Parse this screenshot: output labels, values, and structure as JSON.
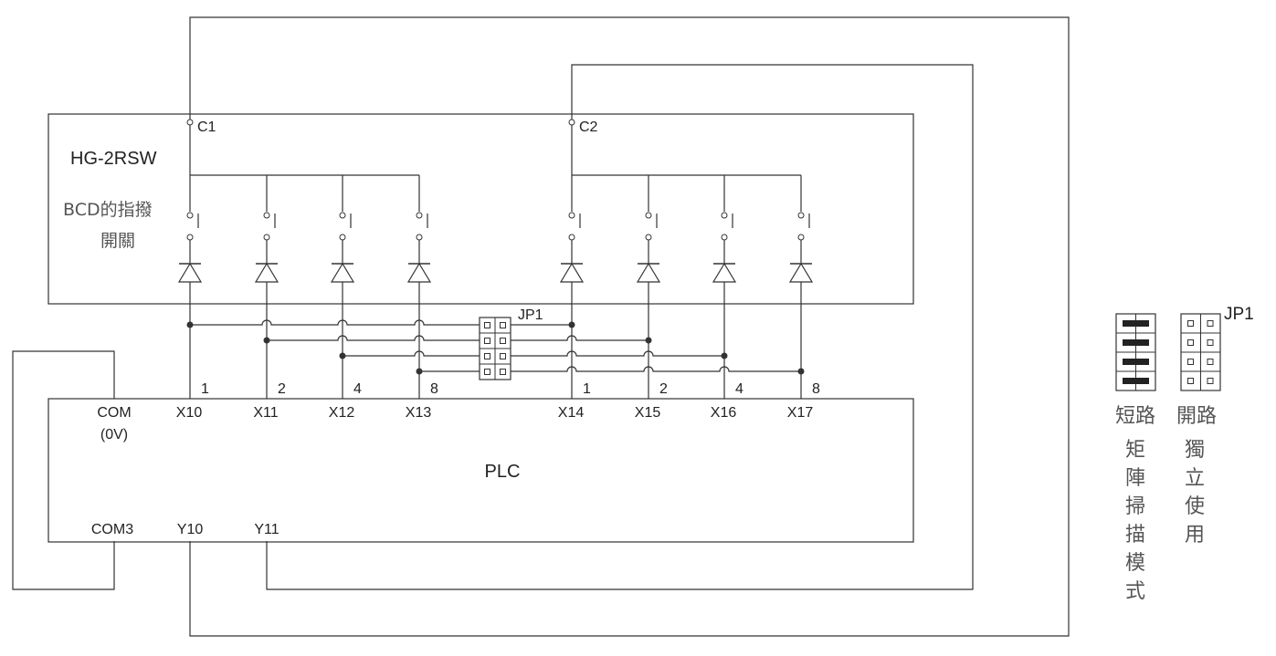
{
  "hg_box": {
    "title": "HG-2RSW",
    "switch_label_line1": "BCD的指撥",
    "switch_label_line2": "開關",
    "c1": "C1",
    "c2": "C2"
  },
  "plc_box": {
    "title": "PLC",
    "com_line1": "COM",
    "com_line2": "(0V)",
    "com3": "COM3",
    "y10": "Y10",
    "y11": "Y11",
    "inputs": [
      {
        "name": "X10",
        "weight": "1"
      },
      {
        "name": "X11",
        "weight": "2"
      },
      {
        "name": "X12",
        "weight": "4"
      },
      {
        "name": "X13",
        "weight": "8"
      },
      {
        "name": "X14",
        "weight": "1"
      },
      {
        "name": "X15",
        "weight": "2"
      },
      {
        "name": "X16",
        "weight": "4"
      },
      {
        "name": "X17",
        "weight": "8"
      }
    ]
  },
  "jumper": {
    "label": "JP1"
  },
  "legend": {
    "title": "JP1",
    "short_label": "短路",
    "open_label": "開路",
    "short_mode": [
      "矩",
      "陣",
      "掃",
      "描",
      "模",
      "式"
    ],
    "open_mode": [
      "獨",
      "立",
      "使",
      "用"
    ]
  }
}
